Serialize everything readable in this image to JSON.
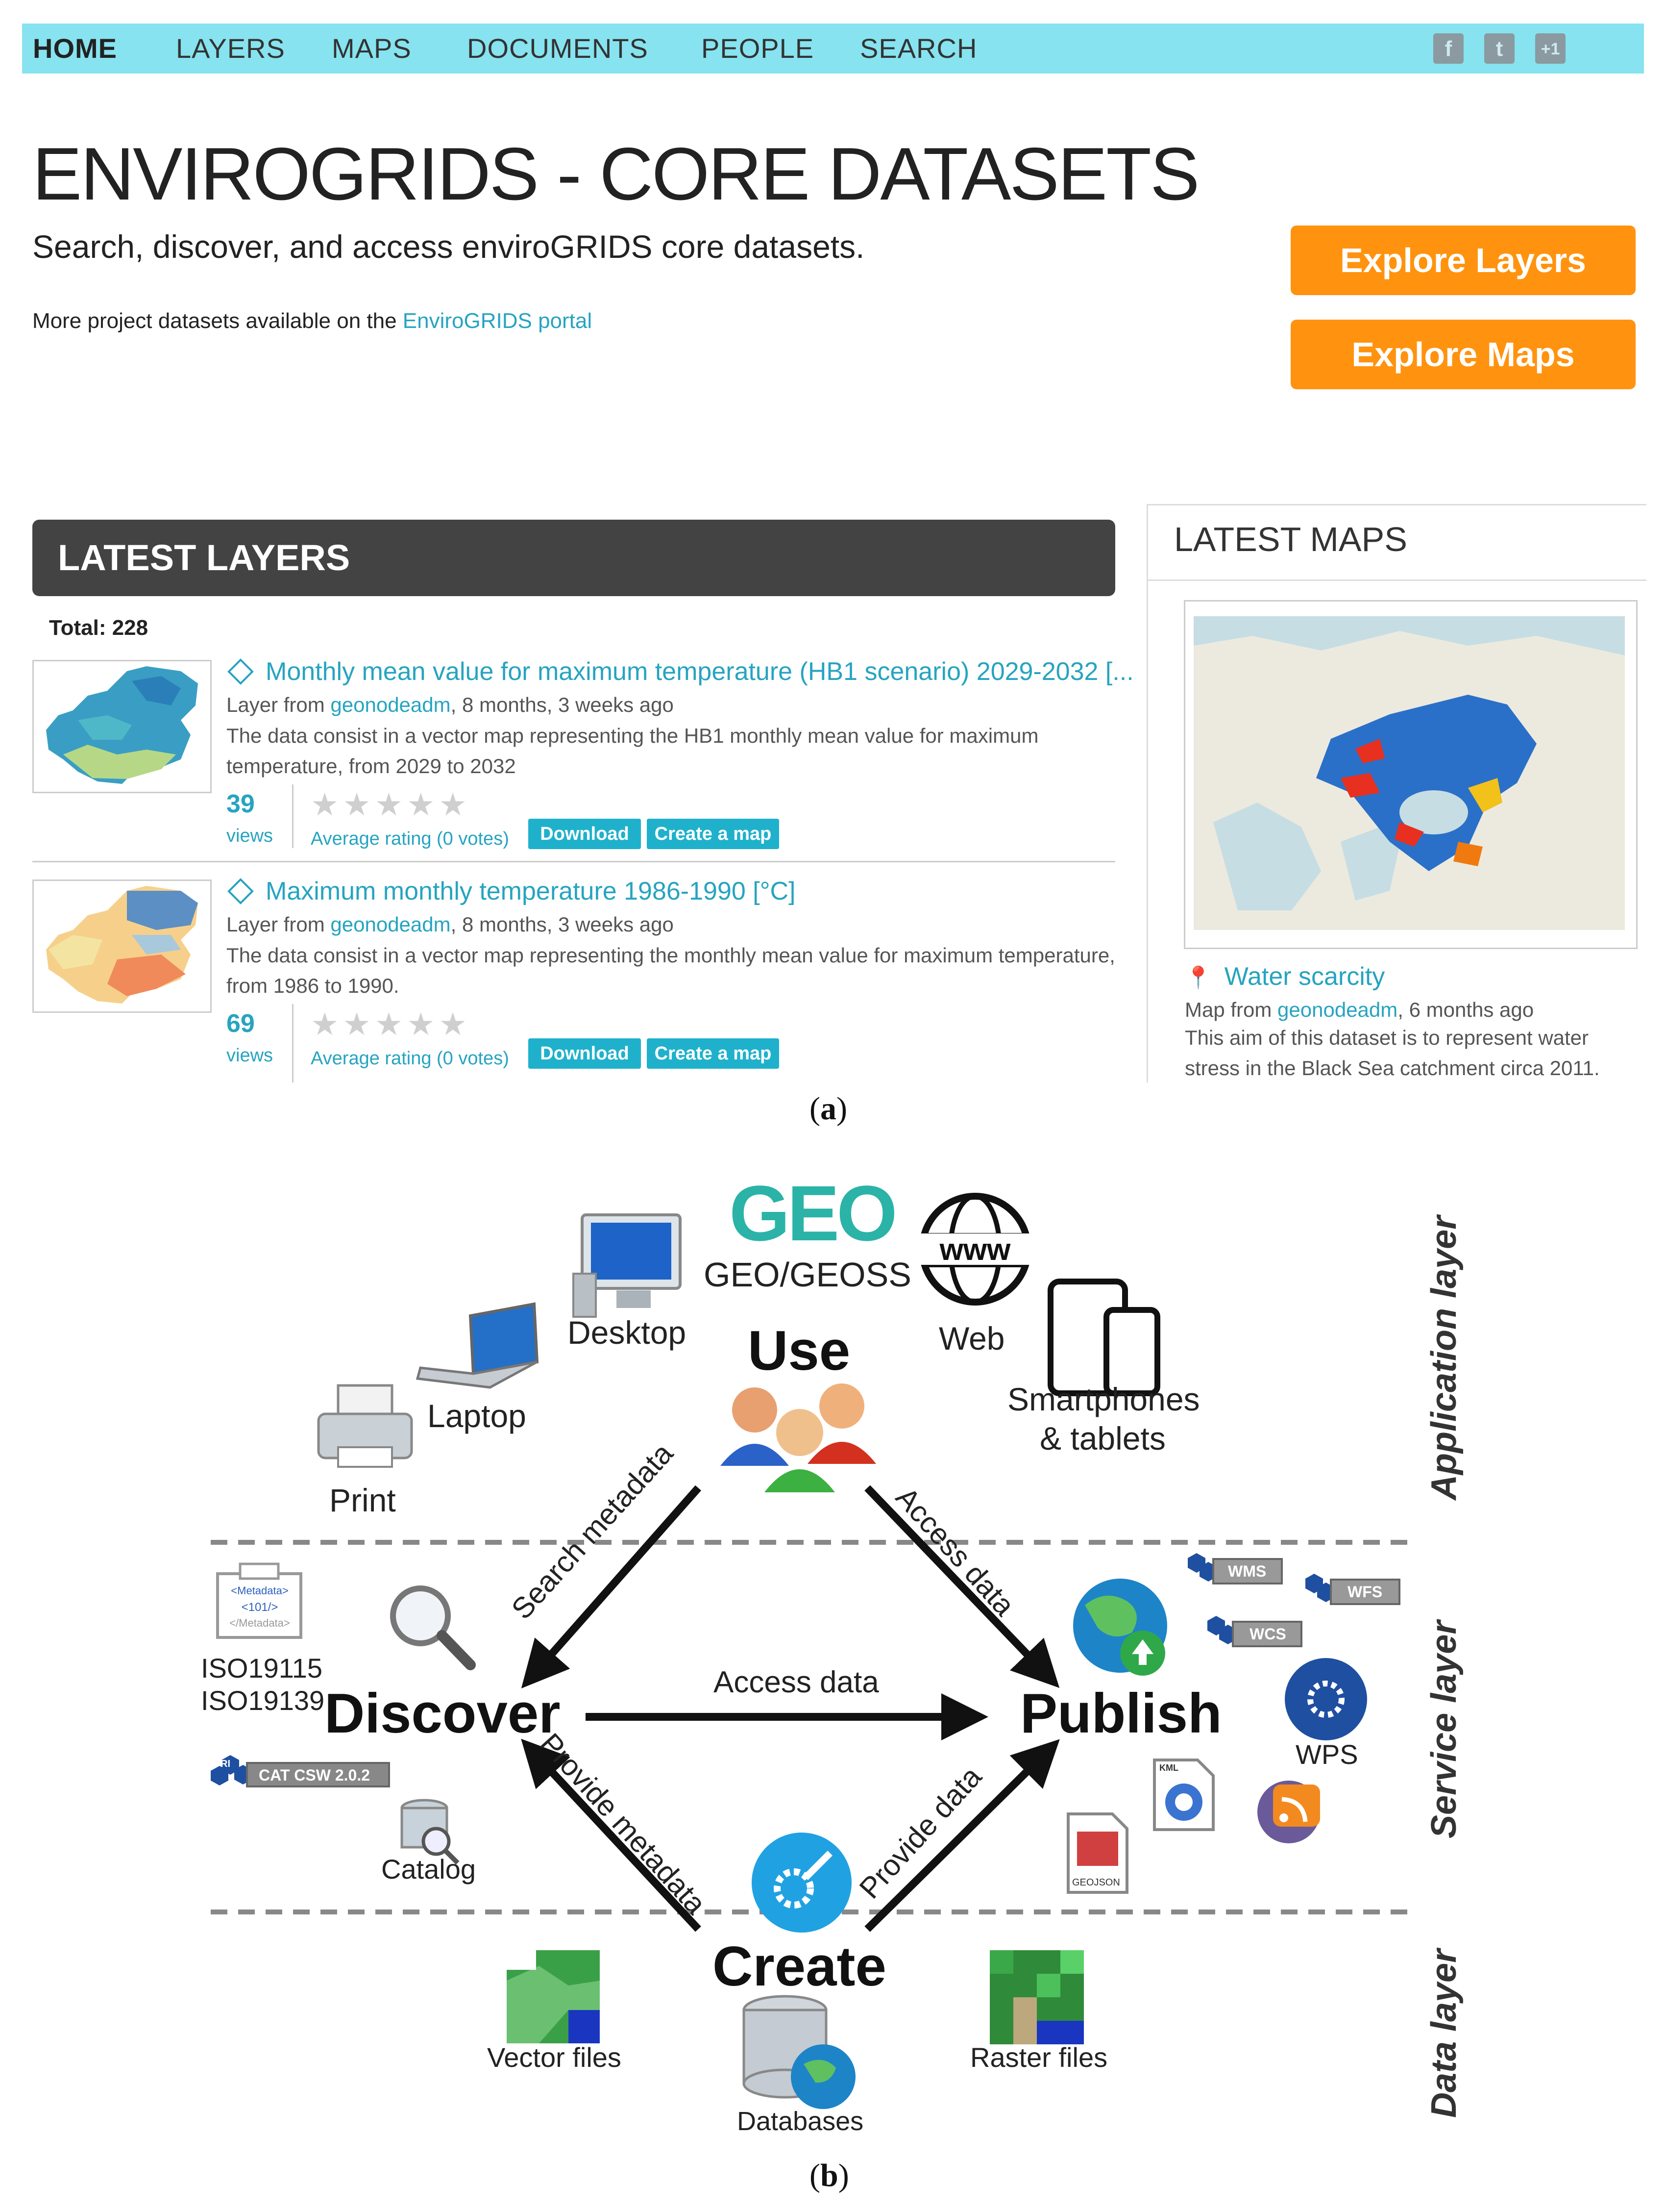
{
  "nav": {
    "items": [
      "HOME",
      "LAYERS",
      "MAPS",
      "DOCUMENTS",
      "PEOPLE",
      "SEARCH"
    ],
    "social": [
      "f",
      "t",
      "+1"
    ]
  },
  "hero": {
    "title": "ENVIROGRIDS - CORE DATASETS",
    "subtitle": "Search, discover, and access enviroGRIDS core datasets.",
    "note_prefix": "More project datasets available on the ",
    "note_link": "EnviroGRIDS portal",
    "explore_layers": "Explore Layers",
    "explore_maps": "Explore Maps"
  },
  "latest_layers": {
    "header": "LATEST LAYERS",
    "total": "Total: 228",
    "items": [
      {
        "title": "Monthly mean value for maximum temperature (HB1 scenario) 2029-2032 [...",
        "meta_prefix": "Layer from ",
        "meta_user": "geonodeadm",
        "meta_suffix": ", 8 months, 3 weeks ago",
        "description": "The data consist in a vector map representing the HB1 monthly mean value for maximum temperature, from 2029 to 2032",
        "views": "39",
        "views_label": "views",
        "rating": "Average rating (0 votes)",
        "download": "Download",
        "create_map": "Create a map"
      },
      {
        "title": "Maximum monthly temperature 1986-1990 [°C]",
        "meta_prefix": "Layer from ",
        "meta_user": "geonodeadm",
        "meta_suffix": ", 8 months, 3 weeks ago",
        "description": "The data consist in a vector map representing the monthly mean value for maximum temperature, from 1986 to 1990.",
        "views": "69",
        "views_label": "views",
        "rating": "Average rating (0 votes)",
        "download": "Download",
        "create_map": "Create a map"
      }
    ]
  },
  "latest_maps": {
    "header": "LATEST MAPS",
    "item": {
      "title": "Water scarcity",
      "meta_prefix": "Map from ",
      "meta_user": "geonodeadm",
      "meta_suffix": ", 6 months ago",
      "description": "This aim of this dataset is to represent water stress in the Black Sea catchment circa 2011."
    }
  },
  "captions": {
    "a": "a",
    "b": "b"
  },
  "diagram": {
    "geo_logo": "GEO",
    "geo_label": "GEO/GEOSS",
    "web_label": "Web",
    "www": "www",
    "desktop": "Desktop",
    "laptop": "Laptop",
    "print": "Print",
    "smartphones_1": "Smartphones",
    "smartphones_2": "& tablets",
    "use": "Use",
    "discover": "Discover",
    "publish": "Publish",
    "create": "Create",
    "search_metadata": "Search metadata",
    "access_data_diag": "Access data",
    "access_data_mid": "Access data",
    "provide_metadata": "Provide metadata",
    "provide_data": "Provide data",
    "metadata_line1": "<Metadata>",
    "metadata_line2": "<101/>",
    "metadata_line3": "</Metadata>",
    "iso1": "ISO19115",
    "iso2": "ISO19139",
    "cat_csw": "CAT CSW 2.0.2",
    "ri": "RI",
    "catalog": "Catalog",
    "wms": "WMS",
    "wfs": "WFS",
    "wcs": "WCS",
    "wps": "WPS",
    "kml": "KML",
    "geojson": "GEOJSON",
    "vector_files": "Vector files",
    "raster_files": "Raster files",
    "databases": "Databases",
    "application_layer": "Application layer",
    "service_layer": "Service layer",
    "data_layer": "Data layer"
  },
  "colors": {
    "nav_bg": "#86e3ef",
    "accent_orange": "#ff930f",
    "link_teal": "#26a4c0",
    "button_teal": "#1fb1cc",
    "header_dark": "#434343"
  }
}
